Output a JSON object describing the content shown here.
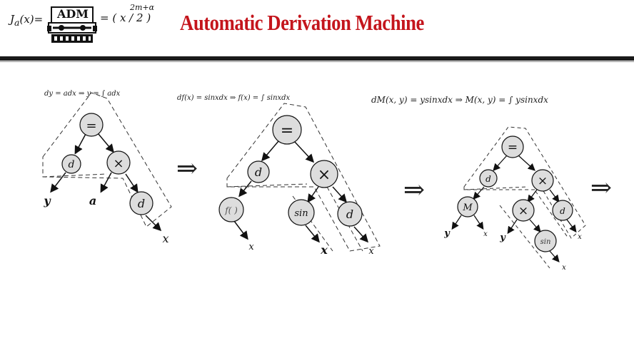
{
  "header": {
    "formula_left": "J",
    "formula_left_sub": "a",
    "formula_left_arg": "(x)=",
    "logo_text": "ADM",
    "formula_right": "= ( x / 2 )",
    "formula_exponent": "2m+α",
    "title": "Automatic Derivation Machine",
    "title_color": "#c4151c"
  },
  "panels": [
    {
      "equation": "dy = adx ⇒ y = ∫ adx",
      "nodes": [
        "=",
        "d",
        "×",
        "d"
      ],
      "leaves": [
        "y",
        "a",
        "x"
      ]
    },
    {
      "equation": "df(x) = sinxdx ⇒ f(x) = ∫ sinxdx",
      "nodes": [
        "=",
        "d",
        "×",
        "f( )",
        "sin",
        "d"
      ],
      "leaves": [
        "x",
        "x",
        "x"
      ]
    },
    {
      "equation": "dM(x, y) = ysinxdx ⇒ M(x, y) = ∫ ysinxdx",
      "nodes": [
        "=",
        "d",
        "×",
        "M",
        "×",
        "d",
        "sin"
      ],
      "leaves": [
        "y",
        "x",
        "y",
        "x",
        "x"
      ]
    }
  ],
  "arrows": [
    "⇒",
    "⇒",
    "⇒"
  ]
}
